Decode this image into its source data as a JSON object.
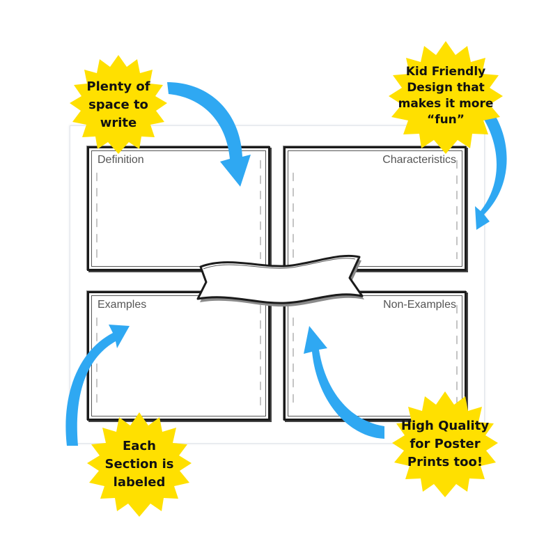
{
  "template": {
    "boxes": {
      "definition": "Definition",
      "characteristics": "Characteristics",
      "examples": "Examples",
      "non_examples": "Non-Examples"
    }
  },
  "callouts": {
    "space": {
      "lines": [
        "Plenty of",
        "space to",
        "write"
      ]
    },
    "kid": {
      "lines": [
        "Kid Friendly",
        "Design that",
        "makes it more",
        "“fun”"
      ]
    },
    "section": {
      "lines": [
        "Each",
        "Section is",
        "labeled"
      ]
    },
    "quality": {
      "lines": [
        "High Quality",
        "for Poster",
        "Prints too!"
      ]
    }
  },
  "colors": {
    "burst_fill": "#ffe000",
    "arrow": "#2fa8f2",
    "frame_stroke": "#1b1b1b"
  }
}
